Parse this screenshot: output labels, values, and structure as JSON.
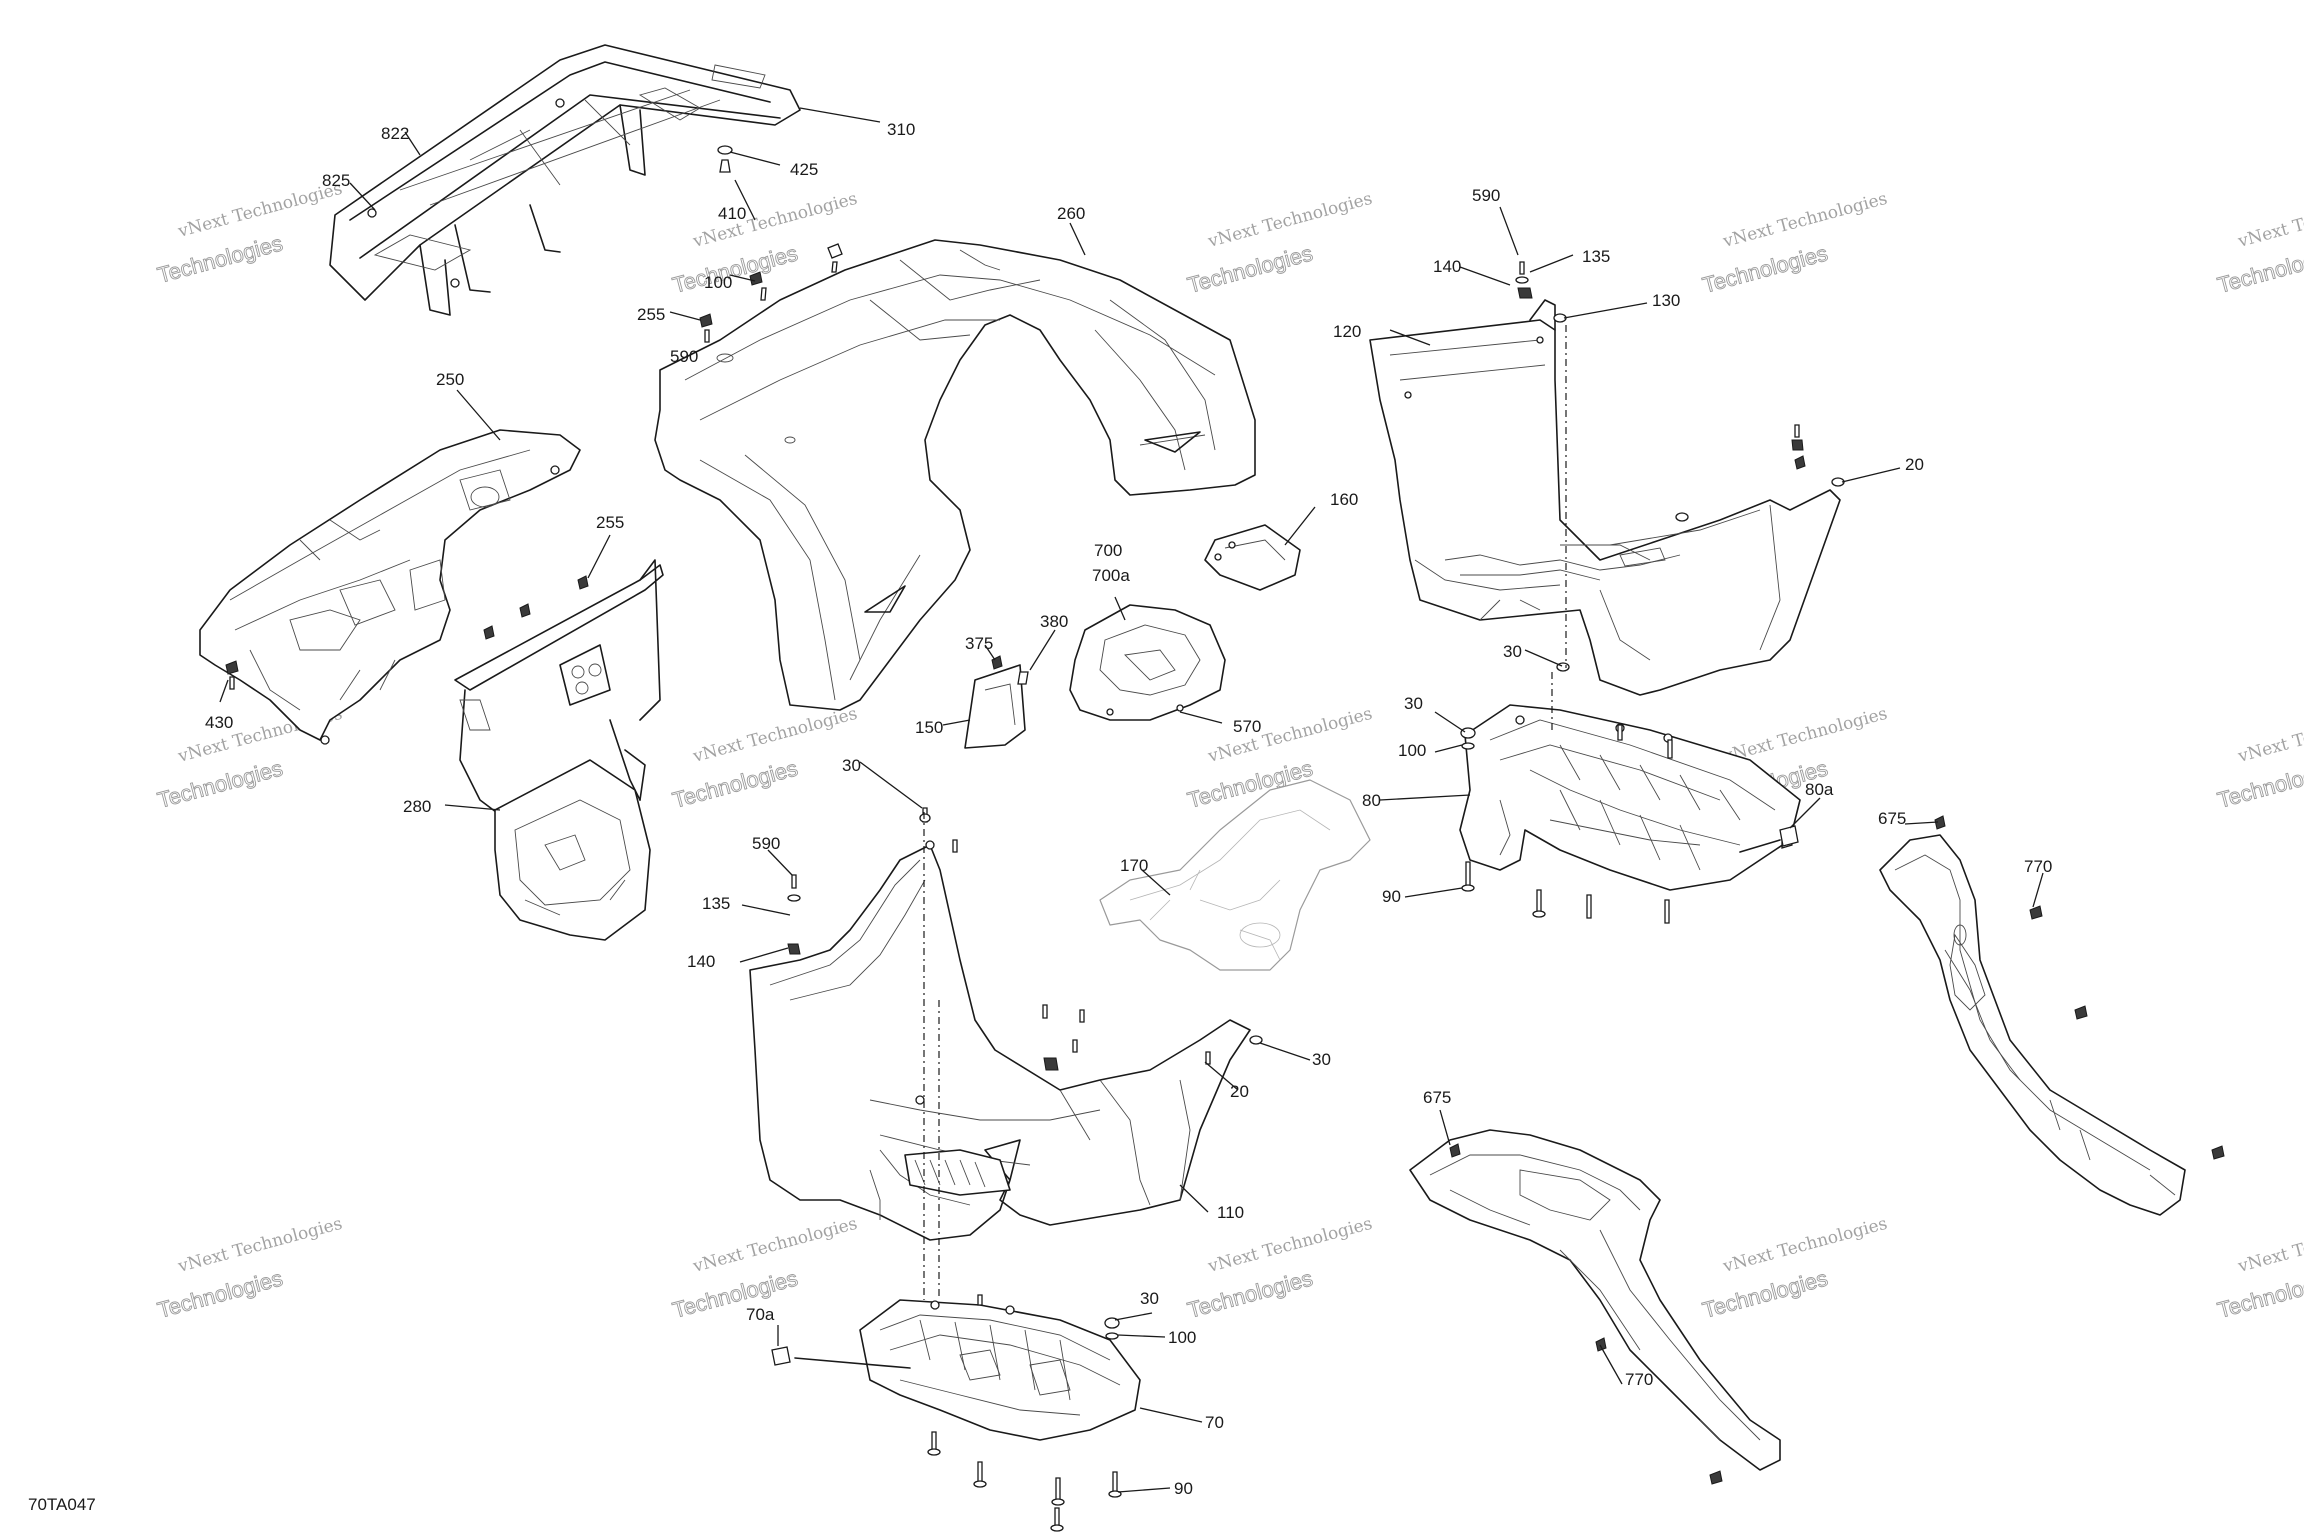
{
  "diagram_ref": "70TA047",
  "watermark": {
    "line1": "vNext Technologies",
    "line2": "Technologies"
  },
  "callouts": [
    {
      "id": "c-310",
      "label": "310"
    },
    {
      "id": "c-822",
      "label": "822"
    },
    {
      "id": "c-425",
      "label": "425"
    },
    {
      "id": "c-825",
      "label": "825"
    },
    {
      "id": "c-410",
      "label": "410"
    },
    {
      "id": "c-260",
      "label": "260"
    },
    {
      "id": "c-590-top",
      "label": "590"
    },
    {
      "id": "c-135-top",
      "label": "135"
    },
    {
      "id": "c-140-top",
      "label": "140"
    },
    {
      "id": "c-130",
      "label": "130"
    },
    {
      "id": "c-100-top",
      "label": "100"
    },
    {
      "id": "c-255-top",
      "label": "255"
    },
    {
      "id": "c-590-left",
      "label": "590"
    },
    {
      "id": "c-120",
      "label": "120"
    },
    {
      "id": "c-250",
      "label": "250"
    },
    {
      "id": "c-20-right",
      "label": "20"
    },
    {
      "id": "c-255-mid",
      "label": "255"
    },
    {
      "id": "c-160",
      "label": "160"
    },
    {
      "id": "c-700",
      "label": "700"
    },
    {
      "id": "c-700a",
      "label": "700a"
    },
    {
      "id": "c-375",
      "label": "375"
    },
    {
      "id": "c-380",
      "label": "380"
    },
    {
      "id": "c-30-right-upper",
      "label": "30"
    },
    {
      "id": "c-430",
      "label": "430"
    },
    {
      "id": "c-150",
      "label": "150"
    },
    {
      "id": "c-570",
      "label": "570"
    },
    {
      "id": "c-30-right-mid",
      "label": "30"
    },
    {
      "id": "c-100-right",
      "label": "100"
    },
    {
      "id": "c-30-center",
      "label": "30"
    },
    {
      "id": "c-80",
      "label": "80"
    },
    {
      "id": "c-80a",
      "label": "80a"
    },
    {
      "id": "c-280",
      "label": "280"
    },
    {
      "id": "c-675-right",
      "label": "675"
    },
    {
      "id": "c-170",
      "label": "170"
    },
    {
      "id": "c-770-right",
      "label": "770"
    },
    {
      "id": "c-590-lower",
      "label": "590"
    },
    {
      "id": "c-90-right",
      "label": "90"
    },
    {
      "id": "c-135-lower",
      "label": "135"
    },
    {
      "id": "c-140-lower",
      "label": "140"
    },
    {
      "id": "c-30-lower",
      "label": "30"
    },
    {
      "id": "c-20-lower",
      "label": "20"
    },
    {
      "id": "c-675-lower",
      "label": "675"
    },
    {
      "id": "c-110",
      "label": "110"
    },
    {
      "id": "c-30-bottom",
      "label": "30"
    },
    {
      "id": "c-70a",
      "label": "70a"
    },
    {
      "id": "c-100-bottom",
      "label": "100"
    },
    {
      "id": "c-770-lower",
      "label": "770"
    },
    {
      "id": "c-70",
      "label": "70"
    },
    {
      "id": "c-90-bottom",
      "label": "90"
    }
  ]
}
